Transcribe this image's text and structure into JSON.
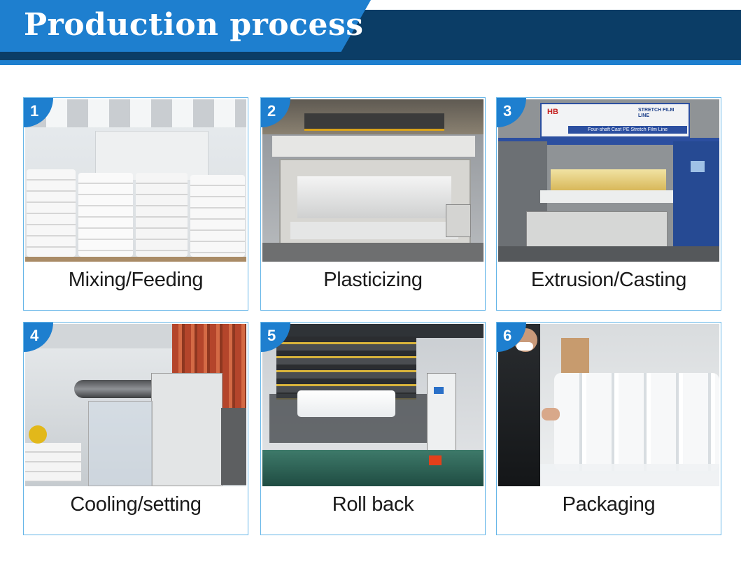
{
  "header": {
    "title": "Production process"
  },
  "steps": [
    {
      "number": "1",
      "label": "Mixing/Feeding"
    },
    {
      "number": "2",
      "label": "Plasticizing"
    },
    {
      "number": "3",
      "label": "Extrusion/Casting"
    },
    {
      "number": "4",
      "label": "Cooling/setting"
    },
    {
      "number": "5",
      "label": "Roll back"
    },
    {
      "number": "6",
      "label": "Packaging"
    }
  ],
  "machine_sign": {
    "brand": "HB",
    "line": "STRETCH FILM LINE",
    "subtitle": "Four-shaft Cast PE Stretch Film Line"
  },
  "colors": {
    "banner_blue": "#1e7fcf",
    "banner_dark": "#0b3d66",
    "card_border": "#66b6e8"
  }
}
